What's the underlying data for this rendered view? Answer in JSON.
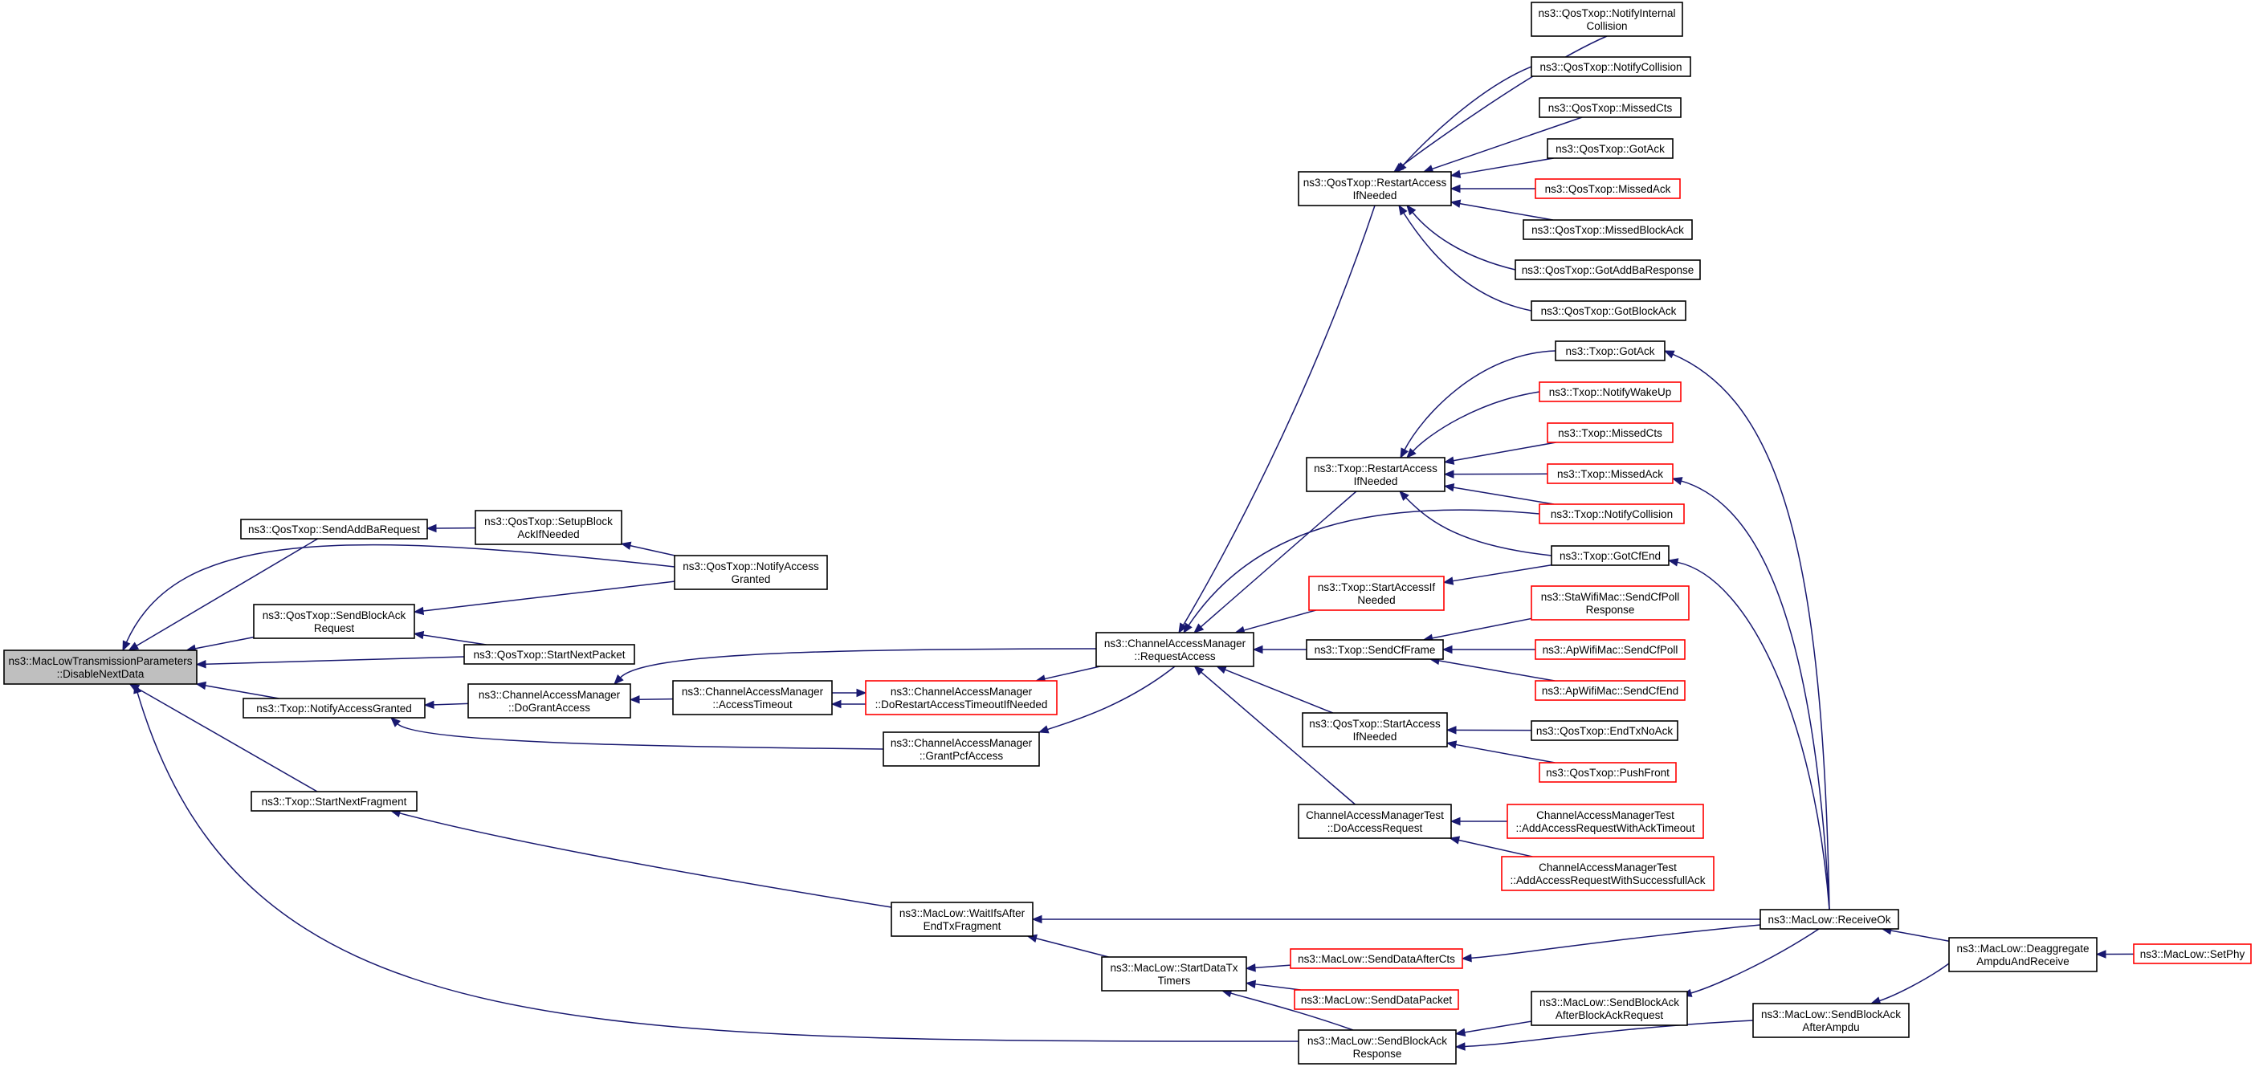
{
  "graph": {
    "nodes": [
      {
        "id": "root",
        "lines": [
          "ns3::MacLowTransmissionParameters",
          "::DisableNextData"
        ],
        "style": "root"
      },
      {
        "id": "qos_sendaddba",
        "lines": [
          "ns3::QosTxop::SendAddBaRequest"
        ],
        "style": "normal"
      },
      {
        "id": "qos_sendblockackreq",
        "lines": [
          "ns3::QosTxop::SendBlockAck",
          "Request"
        ],
        "style": "normal"
      },
      {
        "id": "txop_notifyaccessgranted",
        "lines": [
          "ns3::Txop::NotifyAccessGranted"
        ],
        "style": "normal"
      },
      {
        "id": "txop_startnextfragment",
        "lines": [
          "ns3::Txop::StartNextFragment"
        ],
        "style": "normal"
      },
      {
        "id": "qos_setupblockack",
        "lines": [
          "ns3::QosTxop::SetupBlock",
          "AckIfNeeded"
        ],
        "style": "normal"
      },
      {
        "id": "qos_notifyaccessgranted",
        "lines": [
          "ns3::QosTxop::NotifyAccess",
          "Granted"
        ],
        "style": "normal"
      },
      {
        "id": "qos_startnextpacket",
        "lines": [
          "ns3::QosTxop::StartNextPacket"
        ],
        "style": "normal"
      },
      {
        "id": "cam_dograntaccess",
        "lines": [
          "ns3::ChannelAccessManager",
          "::DoGrantAccess"
        ],
        "style": "normal"
      },
      {
        "id": "cam_accesstimeout",
        "lines": [
          "ns3::ChannelAccessManager",
          "::AccessTimeout"
        ],
        "style": "normal"
      },
      {
        "id": "cam_dorestart",
        "lines": [
          "ns3::ChannelAccessManager",
          "::DoRestartAccessTimeoutIfNeeded"
        ],
        "style": "red"
      },
      {
        "id": "cam_grantpcf",
        "lines": [
          "ns3::ChannelAccessManager",
          "::GrantPcfAccess"
        ],
        "style": "normal"
      },
      {
        "id": "cam_requestaccess",
        "lines": [
          "ns3::ChannelAccessManager",
          "::RequestAccess"
        ],
        "style": "normal"
      },
      {
        "id": "maclow_waitifs",
        "lines": [
          "ns3::MacLow::WaitIfsAfter",
          "EndTxFragment"
        ],
        "style": "normal"
      },
      {
        "id": "maclow_startdatatx",
        "lines": [
          "ns3::MacLow::StartDataTx",
          "Timers"
        ],
        "style": "normal"
      },
      {
        "id": "maclow_sendblockackresp",
        "lines": [
          "ns3::MacLow::SendBlockAck",
          "Response"
        ],
        "style": "normal"
      },
      {
        "id": "qos_restartaccess",
        "lines": [
          "ns3::QosTxop::RestartAccess",
          "IfNeeded"
        ],
        "style": "normal"
      },
      {
        "id": "txop_restartaccess",
        "lines": [
          "ns3::Txop::RestartAccess",
          "IfNeeded"
        ],
        "style": "normal"
      },
      {
        "id": "txop_startaccess",
        "lines": [
          "ns3::Txop::StartAccessIf",
          "Needed"
        ],
        "style": "red"
      },
      {
        "id": "txop_sendcfframe",
        "lines": [
          "ns3::Txop::SendCfFrame"
        ],
        "style": "normal"
      },
      {
        "id": "qos_startaccess",
        "lines": [
          "ns3::QosTxop::StartAccess",
          "IfNeeded"
        ],
        "style": "normal"
      },
      {
        "id": "camtest_doaccess",
        "lines": [
          "ChannelAccessManagerTest",
          "::DoAccessRequest"
        ],
        "style": "normal"
      },
      {
        "id": "qos_notifyinternal",
        "lines": [
          "ns3::QosTxop::NotifyInternal",
          "Collision"
        ],
        "style": "normal"
      },
      {
        "id": "qos_notifycollision",
        "lines": [
          "ns3::QosTxop::NotifyCollision"
        ],
        "style": "normal"
      },
      {
        "id": "qos_missedcts",
        "lines": [
          "ns3::QosTxop::MissedCts"
        ],
        "style": "normal"
      },
      {
        "id": "qos_gotack",
        "lines": [
          "ns3::QosTxop::GotAck"
        ],
        "style": "normal"
      },
      {
        "id": "qos_missedack",
        "lines": [
          "ns3::QosTxop::MissedAck"
        ],
        "style": "red"
      },
      {
        "id": "qos_missedblockack",
        "lines": [
          "ns3::QosTxop::MissedBlockAck"
        ],
        "style": "normal"
      },
      {
        "id": "qos_gotaddba",
        "lines": [
          "ns3::QosTxop::GotAddBaResponse"
        ],
        "style": "normal"
      },
      {
        "id": "qos_gotblockack",
        "lines": [
          "ns3::QosTxop::GotBlockAck"
        ],
        "style": "normal"
      },
      {
        "id": "txop_gotack",
        "lines": [
          "ns3::Txop::GotAck"
        ],
        "style": "normal"
      },
      {
        "id": "txop_notifywakeup",
        "lines": [
          "ns3::Txop::NotifyWakeUp"
        ],
        "style": "red"
      },
      {
        "id": "txop_missedcts",
        "lines": [
          "ns3::Txop::MissedCts"
        ],
        "style": "red"
      },
      {
        "id": "txop_missedack",
        "lines": [
          "ns3::Txop::MissedAck"
        ],
        "style": "red"
      },
      {
        "id": "txop_notifycollision",
        "lines": [
          "ns3::Txop::NotifyCollision"
        ],
        "style": "red"
      },
      {
        "id": "txop_gotcfend",
        "lines": [
          "ns3::Txop::GotCfEnd"
        ],
        "style": "normal"
      },
      {
        "id": "sta_sendcfpoll",
        "lines": [
          "ns3::StaWifiMac::SendCfPoll",
          "Response"
        ],
        "style": "red"
      },
      {
        "id": "ap_sendcfpoll",
        "lines": [
          "ns3::ApWifiMac::SendCfPoll"
        ],
        "style": "red"
      },
      {
        "id": "ap_sendcfend",
        "lines": [
          "ns3::ApWifiMac::SendCfEnd"
        ],
        "style": "red"
      },
      {
        "id": "qos_endtxnoack",
        "lines": [
          "ns3::QosTxop::EndTxNoAck"
        ],
        "style": "normal"
      },
      {
        "id": "qos_pushfront",
        "lines": [
          "ns3::QosTxop::PushFront"
        ],
        "style": "red"
      },
      {
        "id": "camtest_addackto",
        "lines": [
          "ChannelAccessManagerTest",
          "::AddAccessRequestWithAckTimeout"
        ],
        "style": "red"
      },
      {
        "id": "camtest_addsuccess",
        "lines": [
          "ChannelAccessManagerTest",
          "::AddAccessRequestWithSuccessfullAck"
        ],
        "style": "red"
      },
      {
        "id": "maclow_senddataaftercts",
        "lines": [
          "ns3::MacLow::SendDataAfterCts"
        ],
        "style": "red"
      },
      {
        "id": "maclow_senddatapacket",
        "lines": [
          "ns3::MacLow::SendDataPacket"
        ],
        "style": "red"
      },
      {
        "id": "maclow_sendblockackafterreq",
        "lines": [
          "ns3::MacLow::SendBlockAck",
          "AfterBlockAckRequest"
        ],
        "style": "normal"
      },
      {
        "id": "maclow_sendblockackafterampdu",
        "lines": [
          "ns3::MacLow::SendBlockAck",
          "AfterAmpdu"
        ],
        "style": "normal"
      },
      {
        "id": "maclow_receiveok",
        "lines": [
          "ns3::MacLow::ReceiveOk"
        ],
        "style": "normal"
      },
      {
        "id": "maclow_deaggregate",
        "lines": [
          "ns3::MacLow::Deaggregate",
          "AmpduAndReceive"
        ],
        "style": "normal"
      },
      {
        "id": "maclow_setphy",
        "lines": [
          "ns3::MacLow::SetPhy"
        ],
        "style": "red"
      }
    ],
    "edges": [
      {
        "from": "qos_sendaddba",
        "to": "root"
      },
      {
        "from": "qos_sendblockackreq",
        "to": "root"
      },
      {
        "from": "qos_notifyaccessgranted",
        "to": "root"
      },
      {
        "from": "qos_startnextpacket",
        "to": "root"
      },
      {
        "from": "txop_notifyaccessgranted",
        "to": "root"
      },
      {
        "from": "txop_startnextfragment",
        "to": "root"
      },
      {
        "from": "maclow_sendblockackresp",
        "to": "root"
      },
      {
        "from": "qos_setupblockack",
        "to": "qos_sendaddba"
      },
      {
        "from": "qos_notifyaccessgranted",
        "to": "qos_setupblockack"
      },
      {
        "from": "qos_notifyaccessgranted",
        "to": "qos_sendblockackreq"
      },
      {
        "from": "qos_startnextpacket",
        "to": "qos_sendblockackreq"
      },
      {
        "from": "cam_dograntaccess",
        "to": "txop_notifyaccessgranted"
      },
      {
        "from": "cam_grantpcf",
        "to": "txop_notifyaccessgranted"
      },
      {
        "from": "cam_accesstimeout",
        "to": "cam_dograntaccess"
      },
      {
        "from": "cam_requestaccess",
        "to": "cam_dograntaccess"
      },
      {
        "from": "cam_dorestart",
        "to": "cam_accesstimeout"
      },
      {
        "from": "cam_accesstimeout",
        "to": "cam_dorestart"
      },
      {
        "from": "cam_requestaccess",
        "to": "cam_dorestart"
      },
      {
        "from": "cam_requestaccess",
        "to": "cam_grantpcf"
      },
      {
        "from": "qos_restartaccess",
        "to": "cam_requestaccess"
      },
      {
        "from": "txop_restartaccess",
        "to": "cam_requestaccess"
      },
      {
        "from": "txop_notifycollision",
        "to": "cam_requestaccess"
      },
      {
        "from": "txop_startaccess",
        "to": "cam_requestaccess"
      },
      {
        "from": "txop_sendcfframe",
        "to": "cam_requestaccess"
      },
      {
        "from": "qos_startaccess",
        "to": "cam_requestaccess"
      },
      {
        "from": "camtest_doaccess",
        "to": "cam_requestaccess"
      },
      {
        "from": "qos_notifyinternal",
        "to": "qos_restartaccess"
      },
      {
        "from": "qos_notifycollision",
        "to": "qos_restartaccess"
      },
      {
        "from": "qos_missedcts",
        "to": "qos_restartaccess"
      },
      {
        "from": "qos_gotack",
        "to": "qos_restartaccess"
      },
      {
        "from": "qos_missedack",
        "to": "qos_restartaccess"
      },
      {
        "from": "qos_missedblockack",
        "to": "qos_restartaccess"
      },
      {
        "from": "qos_gotaddba",
        "to": "qos_restartaccess"
      },
      {
        "from": "qos_gotblockack",
        "to": "qos_restartaccess"
      },
      {
        "from": "txop_gotack",
        "to": "txop_restartaccess"
      },
      {
        "from": "txop_notifywakeup",
        "to": "txop_restartaccess"
      },
      {
        "from": "txop_missedcts",
        "to": "txop_restartaccess"
      },
      {
        "from": "txop_missedack",
        "to": "txop_restartaccess"
      },
      {
        "from": "txop_notifycollision",
        "to": "txop_restartaccess"
      },
      {
        "from": "txop_gotcfend",
        "to": "txop_restartaccess"
      },
      {
        "from": "txop_gotcfend",
        "to": "txop_startaccess"
      },
      {
        "from": "sta_sendcfpoll",
        "to": "txop_sendcfframe"
      },
      {
        "from": "ap_sendcfpoll",
        "to": "txop_sendcfframe"
      },
      {
        "from": "ap_sendcfend",
        "to": "txop_sendcfframe"
      },
      {
        "from": "qos_endtxnoack",
        "to": "qos_startaccess"
      },
      {
        "from": "qos_pushfront",
        "to": "qos_startaccess"
      },
      {
        "from": "camtest_addackto",
        "to": "camtest_doaccess"
      },
      {
        "from": "camtest_addsuccess",
        "to": "camtest_doaccess"
      },
      {
        "from": "maclow_waitifs",
        "to": "txop_startnextfragment"
      },
      {
        "from": "maclow_receiveok",
        "to": "maclow_waitifs"
      },
      {
        "from": "maclow_startdatatx",
        "to": "maclow_waitifs"
      },
      {
        "from": "maclow_senddataaftercts",
        "to": "maclow_startdatatx"
      },
      {
        "from": "maclow_senddatapacket",
        "to": "maclow_startdatatx"
      },
      {
        "from": "maclow_sendblockackresp",
        "to": "maclow_startdatatx"
      },
      {
        "from": "maclow_receiveok",
        "to": "maclow_senddataaftercts"
      },
      {
        "from": "maclow_sendblockackafterreq",
        "to": "maclow_sendblockackresp"
      },
      {
        "from": "maclow_sendblockackafterampdu",
        "to": "maclow_sendblockackresp"
      },
      {
        "from": "maclow_receiveok",
        "to": "maclow_sendblockackafterreq"
      },
      {
        "from": "maclow_deaggregate",
        "to": "maclow_sendblockackafterampdu"
      },
      {
        "from": "maclow_receiveok",
        "to": "txop_gotack"
      },
      {
        "from": "maclow_receiveok",
        "to": "txop_missedack"
      },
      {
        "from": "maclow_receiveok",
        "to": "txop_gotcfend"
      },
      {
        "from": "maclow_deaggregate",
        "to": "maclow_receiveok"
      },
      {
        "from": "maclow_setphy",
        "to": "maclow_deaggregate"
      }
    ]
  }
}
